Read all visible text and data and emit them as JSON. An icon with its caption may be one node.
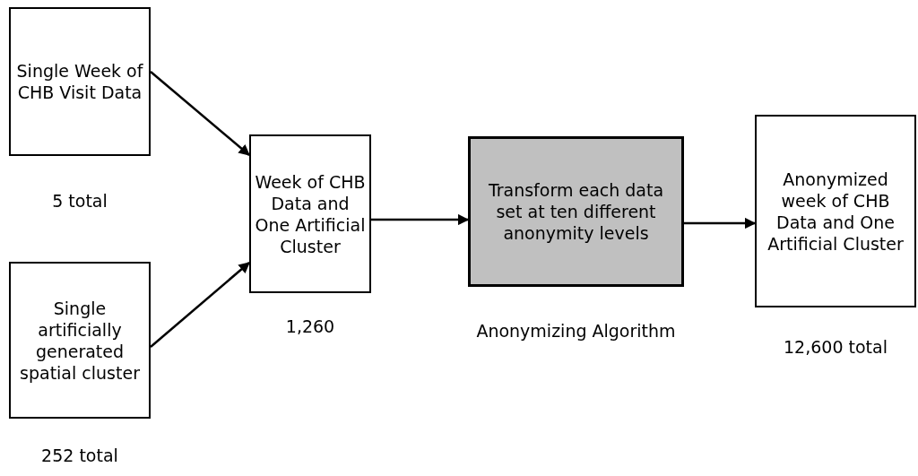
{
  "diagram": {
    "nodes": [
      {
        "text": [
          "Single Week of CHB Visit Data"
        ],
        "beside": [
          "5 total"
        ]
      },
      {
        "text": [
          "Single artificially generated spatial cluster"
        ],
        "beside": [
          "252 total"
        ]
      },
      {
        "text": [
          "Week of CHB Data and One Artificial Cluster"
        ],
        "beside": [
          "1,260"
        ]
      },
      {
        "text": [
          "Transform each data set at ten different anonymity levels"
        ],
        "beside": [
          "Anonymizing Algorithm"
        ]
      },
      {
        "text": [
          "Anonymized week of CHB Data and One Artificial Cluster"
        ],
        "beside": [
          "12,600 total"
        ]
      }
    ],
    "edges": [
      {
        "from": 0,
        "to": 2,
        "arrow": "to"
      },
      {
        "from": 1,
        "to": 2,
        "arrow": "to"
      },
      {
        "from": 2,
        "to": 3,
        "arrow": "to"
      },
      {
        "from": 3,
        "to": 4,
        "arrow": "to"
      }
    ]
  }
}
